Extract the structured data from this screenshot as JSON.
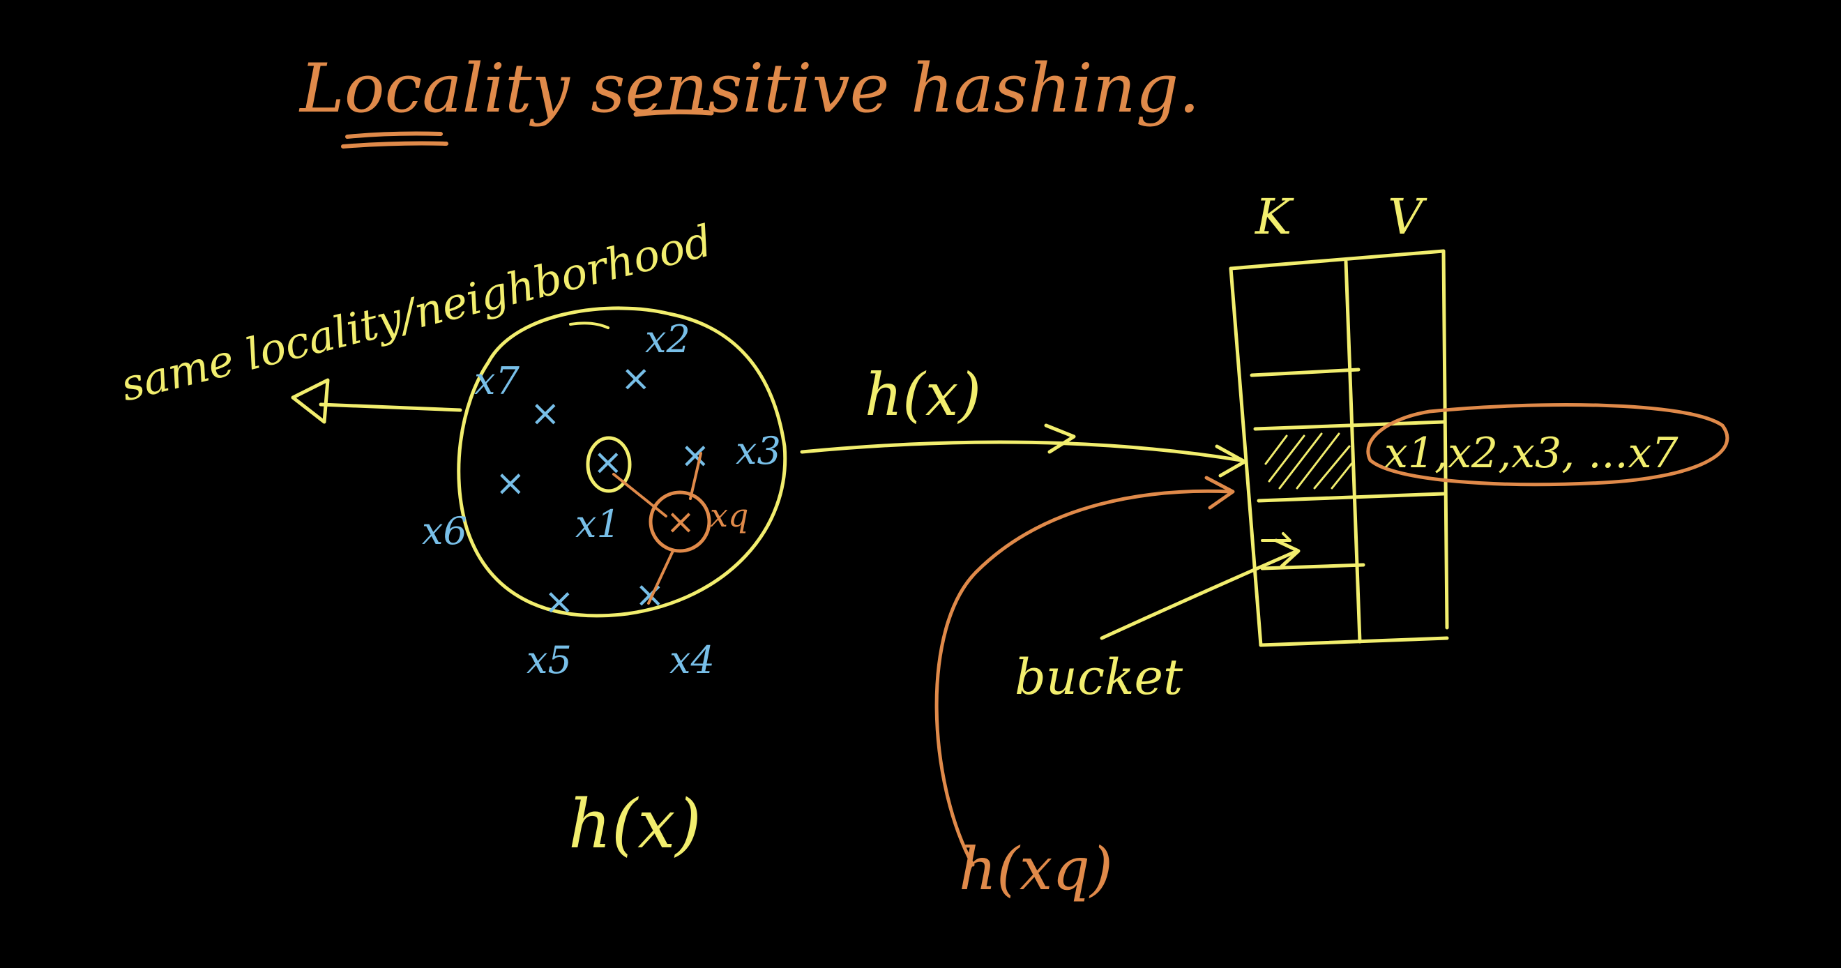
{
  "title": "Locality sensitive hashing.",
  "arrow_label": "same locality/neighborhood",
  "points": {
    "x1": "x1",
    "x2": "x2",
    "x3": "x3",
    "x4": "x4",
    "x5": "x5",
    "x6": "x6",
    "x7": "x7",
    "xq": "xq"
  },
  "hash_arrow_label": "h(x)",
  "h_of_x": "h(x)",
  "table": {
    "key_header": "K",
    "value_header": "V",
    "bucket_values": "x1,x2,x3, ...x7"
  },
  "bucket_label": "bucket",
  "hq_label": "h(xq)",
  "colors": {
    "background": "#000000",
    "orange": "#e08a4a",
    "yellow": "#f2ee6e",
    "blue": "#78bfe8"
  }
}
